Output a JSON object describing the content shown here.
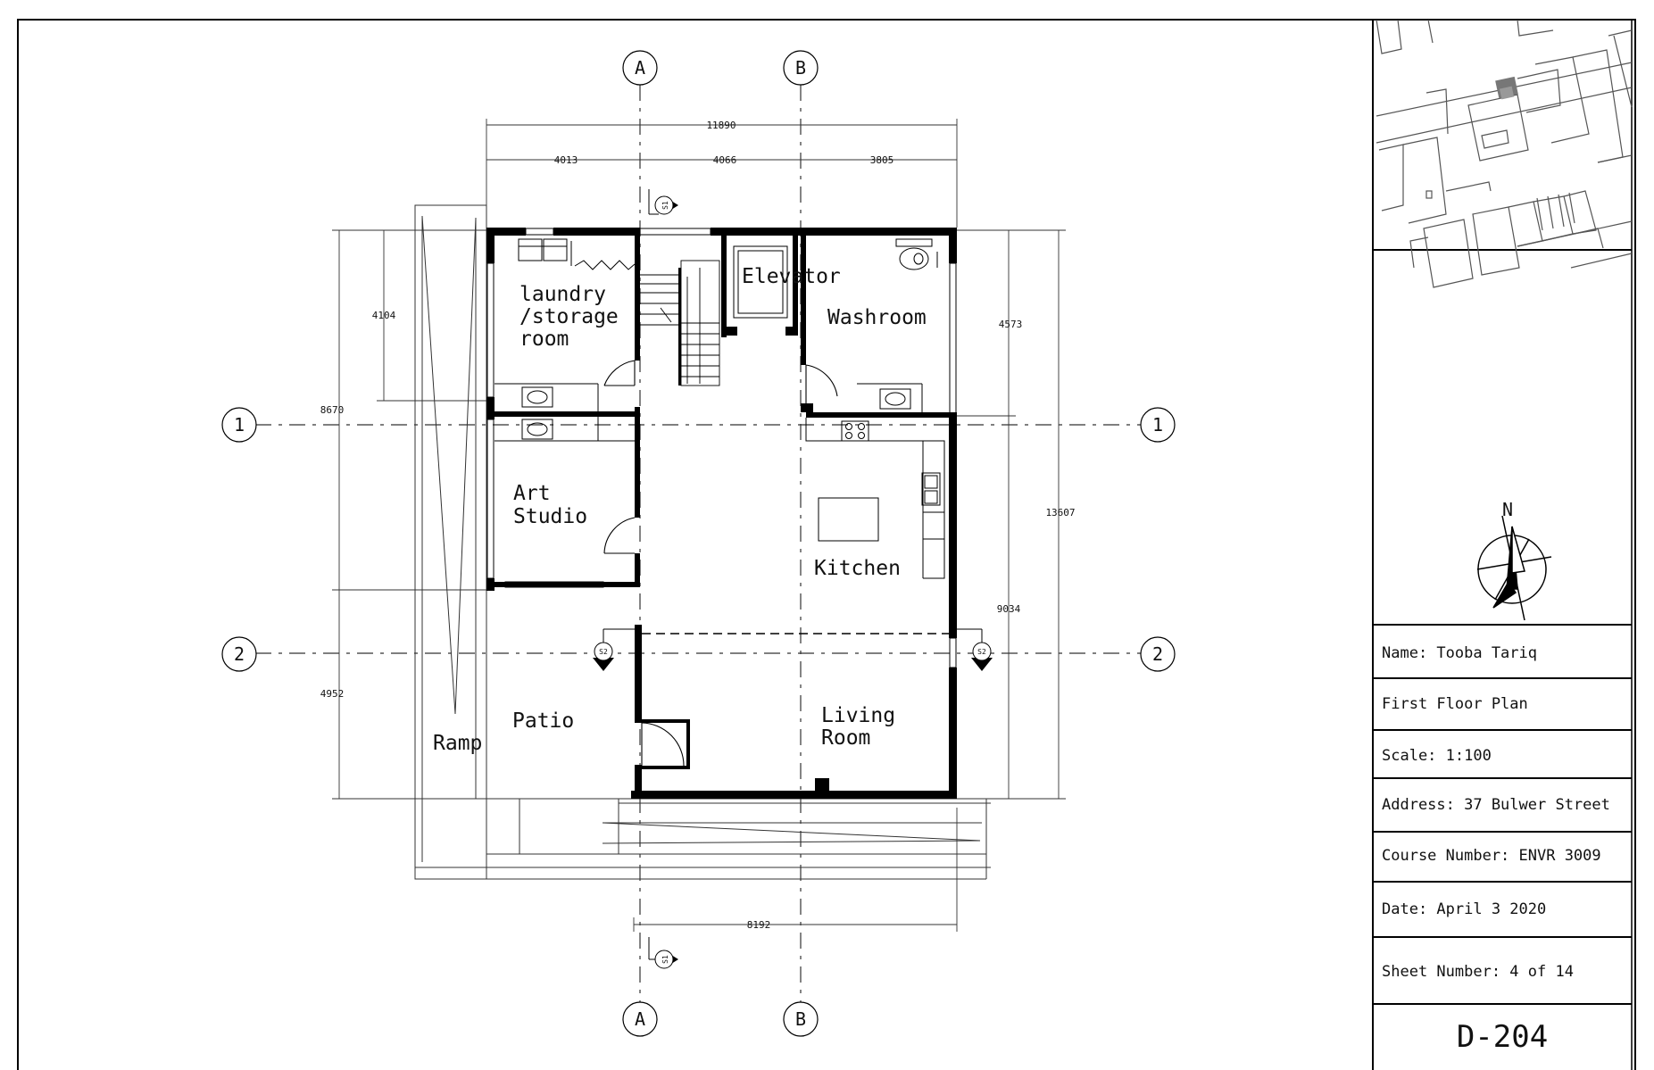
{
  "drawing": {
    "rooms": {
      "laundry_line1": "laundry",
      "laundry_line2": "/storage",
      "laundry_line3": "room",
      "elevator": "Elevator",
      "washroom": "Washroom",
      "art_line1": "Art",
      "art_line2": "Studio",
      "kitchen": "Kitchen",
      "patio": "Patio",
      "living_line1": "Living",
      "living_line2": "Room",
      "ramp": "Ramp"
    },
    "dimensions": {
      "overall_width": "11890",
      "seg1": "4013",
      "seg2": "4066",
      "seg3": "3805",
      "bottom": "8192",
      "left_top": "4104",
      "left_mid": "8670",
      "left_bottom": "4952",
      "right_top": "4573",
      "right_overall": "13607",
      "right_bottom": "9034"
    },
    "grid": {
      "col_a": "A",
      "col_b": "B",
      "row_1": "1",
      "row_2": "2"
    },
    "sections": {
      "s1": "S1",
      "s2": "S2"
    },
    "north": "N"
  },
  "title_block": {
    "name": "Name:  Tooba Tariq",
    "title": "First Floor Plan",
    "scale": "Scale:  1:100",
    "address": "Address: 37 Bulwer Street",
    "course": "Course Number: ENVR 3009",
    "date": "Date:  April  3  2020",
    "sheet_number": "Sheet Number: 4  of  14",
    "drawing_number": "D-204"
  }
}
